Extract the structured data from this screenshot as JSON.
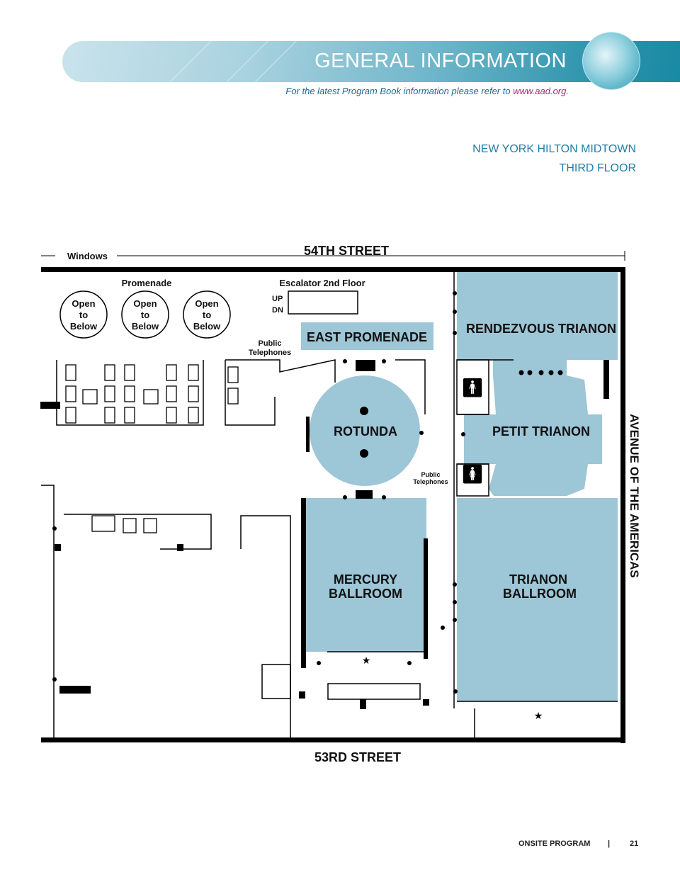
{
  "header": {
    "title": "GENERAL INFORMATION",
    "subtitle_prefix": "For the latest Program Book information please refer to",
    "subtitle_link": "www.aad.org",
    "subtitle_suffix": "."
  },
  "hotel": {
    "name": "NEW YORK HILTON MIDTOWN",
    "floor": "THIRD FLOOR"
  },
  "map": {
    "north_street": "54TH STREET",
    "south_street": "53RD STREET",
    "east_street": "AVENUE OF THE AMERICAS",
    "windows": "Windows",
    "promenade": "Promenade",
    "open_below": [
      "Open",
      "to",
      "Below"
    ],
    "escalator": "Escalator  2nd Floor",
    "up": "UP",
    "dn": "DN",
    "public_telephones": [
      "Public",
      "Telephones"
    ],
    "rooms": {
      "east_promenade": "EAST PROMENADE",
      "rotunda": "ROTUNDA",
      "rendezvous_trianon": "RENDEZVOUS TRIANON",
      "petit_trianon": "PETIT TRIANON",
      "mercury_ballroom": [
        "MERCURY",
        "BALLROOM"
      ],
      "trianon_ballroom": [
        "TRIANON",
        "BALLROOM"
      ]
    },
    "room_color": "#9dc6d7"
  },
  "footer": {
    "section": "ONSITE PROGRAM",
    "separator": "|",
    "page": "21"
  }
}
